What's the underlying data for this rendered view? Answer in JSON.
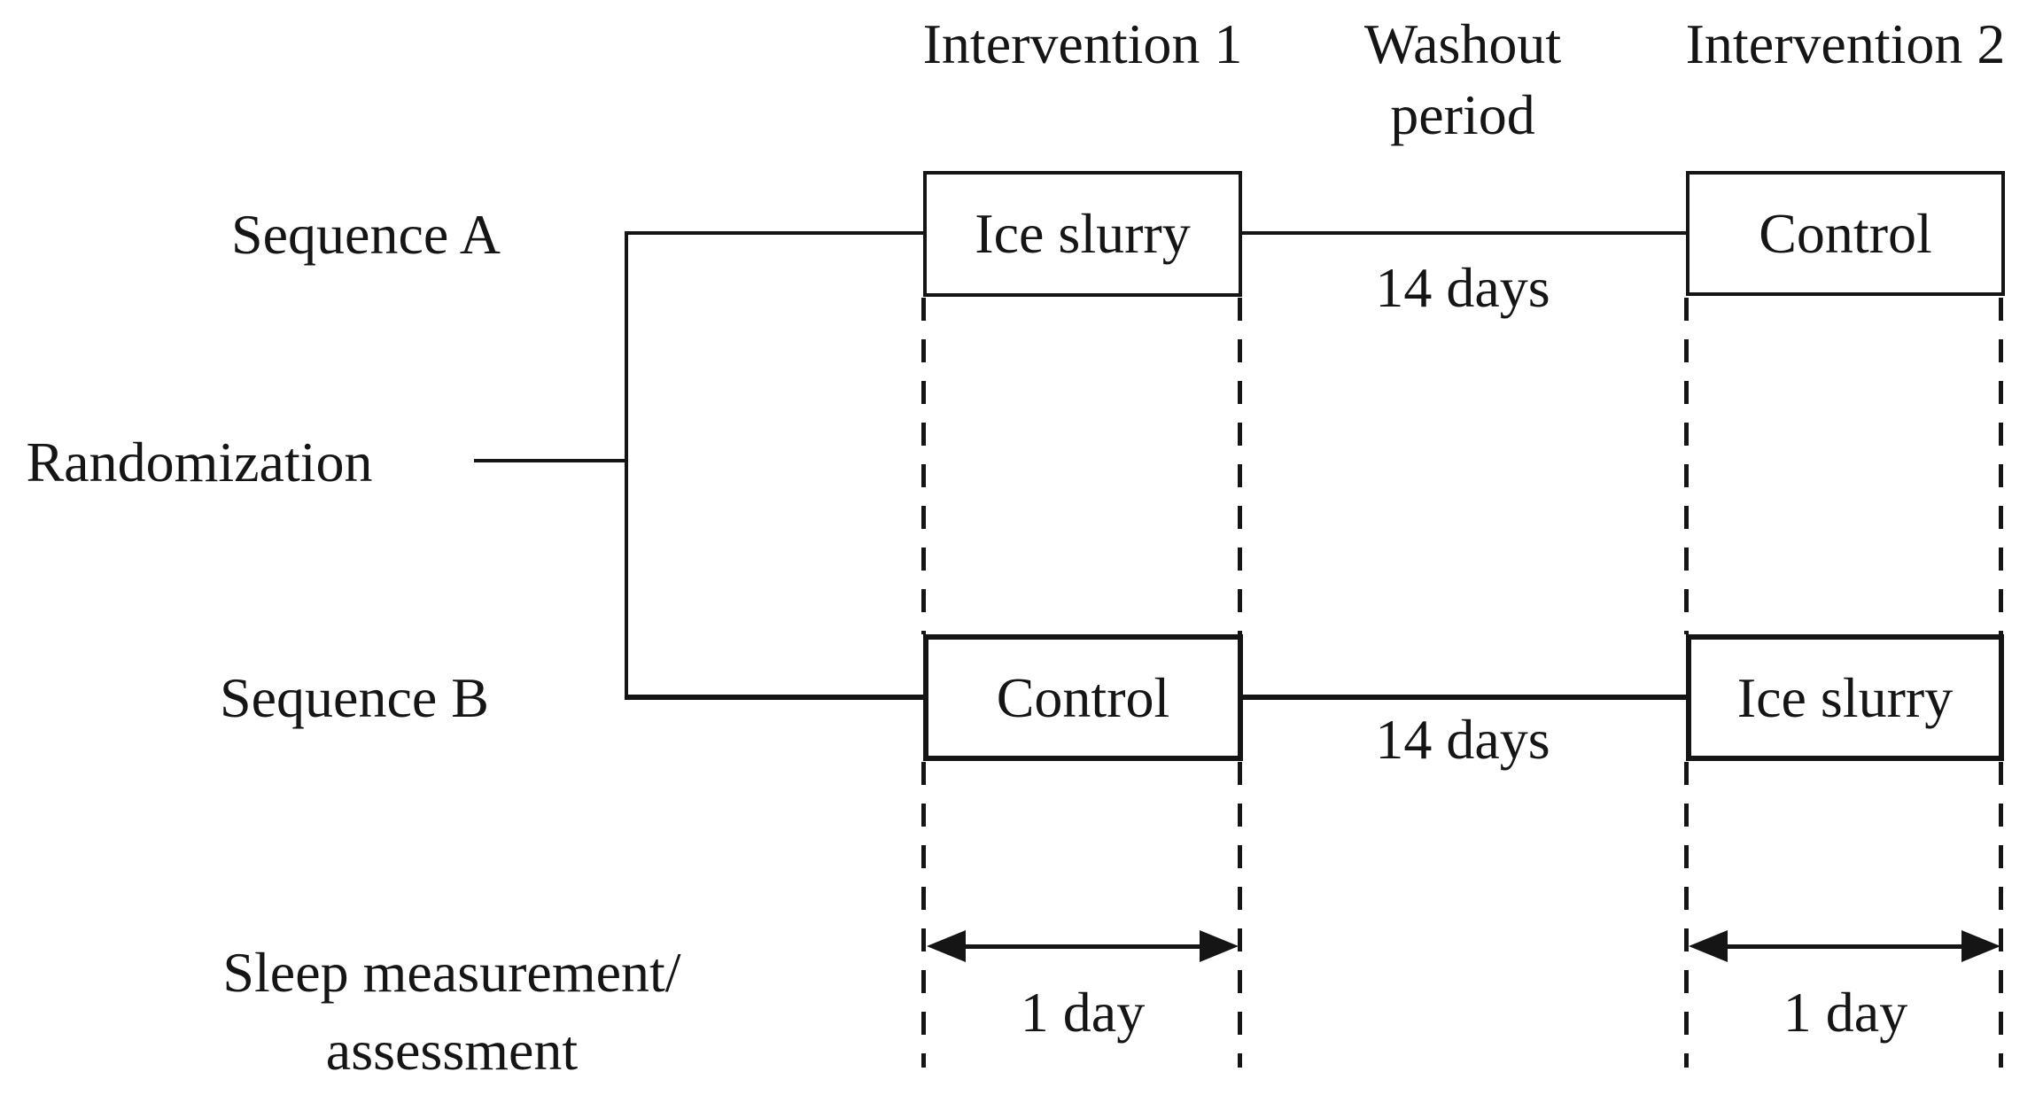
{
  "figure": {
    "colors": {
      "ink": "#151515",
      "background": "#ffffff"
    },
    "column_headers": {
      "intervention1": "Intervention 1",
      "washout_line1": "Washout",
      "washout_line2": "period",
      "intervention2": "Intervention 2"
    },
    "row_labels": {
      "sequence_a": "Sequence A",
      "randomization": "Randomization",
      "sequence_b": "Sequence B",
      "sleep_line1": "Sleep measurement/",
      "sleep_line2": "assessment"
    },
    "boxes": {
      "seq_a_int1": "Ice slurry",
      "seq_a_int2": "Control",
      "seq_b_int1": "Control",
      "seq_b_int2": "Ice slurry"
    },
    "durations": {
      "washout_a": "14 days",
      "washout_b": "14 days",
      "measurement_1": "1 day",
      "measurement_2": "1 day"
    }
  }
}
